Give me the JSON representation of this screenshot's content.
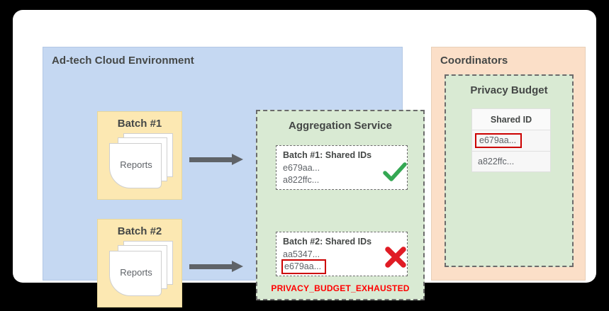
{
  "adtech": {
    "title": "Ad-tech Cloud Environment",
    "batches": [
      {
        "label": "Batch #1",
        "docs_label": "Reports"
      },
      {
        "label": "Batch #2",
        "docs_label": "Reports"
      }
    ],
    "arrow_icon": "arrow-right-icon"
  },
  "aggregation": {
    "title": "Aggregation Service",
    "groups": [
      {
        "header": "Batch #1: Shared IDs",
        "ids": [
          "e679aa...",
          "a822ffc..."
        ],
        "flagged_id": null,
        "status_icon": "check-icon",
        "status": "ok"
      },
      {
        "header": "Batch #2: Shared IDs",
        "ids": [
          "aa5347..."
        ],
        "flagged_id": "e679aa...",
        "status_icon": "x-icon",
        "status": "error"
      }
    ],
    "error_text": "PRIVACY_BUDGET_EXHAUSTED"
  },
  "coordinators": {
    "title": "Coordinators",
    "privacy_budget": {
      "title": "Privacy Budget",
      "table": {
        "header": "Shared ID",
        "rows": [
          {
            "value": "e679aa...",
            "flagged": true
          },
          {
            "value": "a822ffc...",
            "flagged": false
          }
        ]
      }
    }
  },
  "colors": {
    "adtech_panel": "#c5d8f2",
    "batch_box": "#fce8b2",
    "green_panel": "#d9ead3",
    "coordinator_panel": "#fbdfc8",
    "arrow": "#5f6368",
    "error_red": "#ff0000",
    "flag_red": "#cc0000",
    "check_green": "#34a853",
    "x_red": "#e01b24",
    "text_dark": "#444746",
    "text_muted": "#5f6368",
    "canvas": "#000000",
    "card": "#ffffff"
  }
}
